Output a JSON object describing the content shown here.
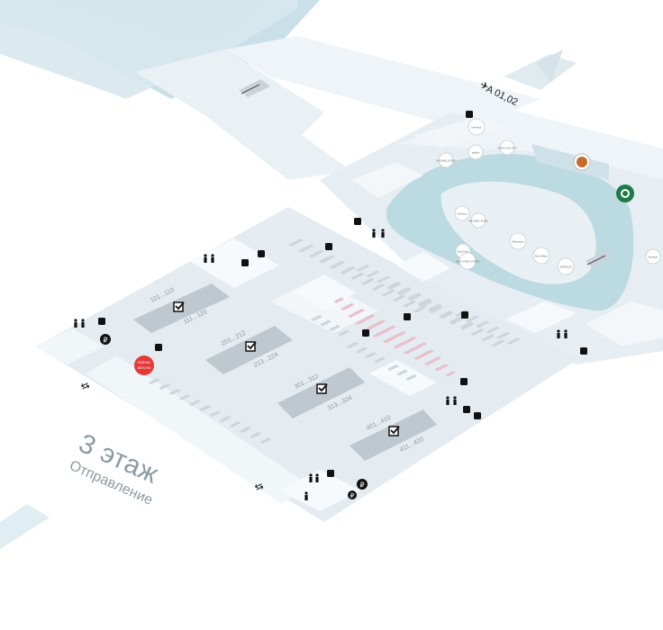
{
  "floor": {
    "number": "3 этаж",
    "name": "Отправление"
  },
  "gates": {
    "label": "A 01,02"
  },
  "checkin_zones": [
    {
      "range_a": "101...110",
      "range_b": "111...120"
    },
    {
      "range_a": "201...212",
      "range_b": "213...224"
    },
    {
      "range_a": "301...312",
      "range_b": "313...324"
    },
    {
      "range_a": "401...410",
      "range_b": "411...420"
    }
  ],
  "shops": [
    {
      "name": "Hamleys"
    },
    {
      "name": "MICHAEL KORS"
    },
    {
      "name": "adidas"
    },
    {
      "name": "SUNGLASS HUT"
    },
    {
      "name": "Hamleys"
    },
    {
      "name": "MICHAEL KORS"
    },
    {
      "name": "Vilebrequin"
    },
    {
      "name": "Duty Free"
    },
    {
      "name": "DUTY FREE STORE"
    },
    {
      "name": "Mont Blanc"
    },
    {
      "name": "VERSACE"
    },
    {
      "name": "Hamleys"
    }
  ],
  "brand_badges": {
    "starbucks": "STARBUCKS",
    "bakery": "BAKERY",
    "red_badge_line1": "СЕЙЧАС",
    "red_badge_line2": "ВКУСНО"
  },
  "icons": {
    "currency": "₽",
    "arrows": "⇆"
  },
  "colors": {
    "floor": "#e8eff4",
    "floor_light": "#f3f7fa",
    "water": "#bfdbe2",
    "desk": "#bcc6cc",
    "seat": "#cfd8de",
    "seat_pink": "#e9c4cf",
    "building": "#b7d4de",
    "starbucks": "#1e7a46",
    "red_badge": "#e53935"
  }
}
